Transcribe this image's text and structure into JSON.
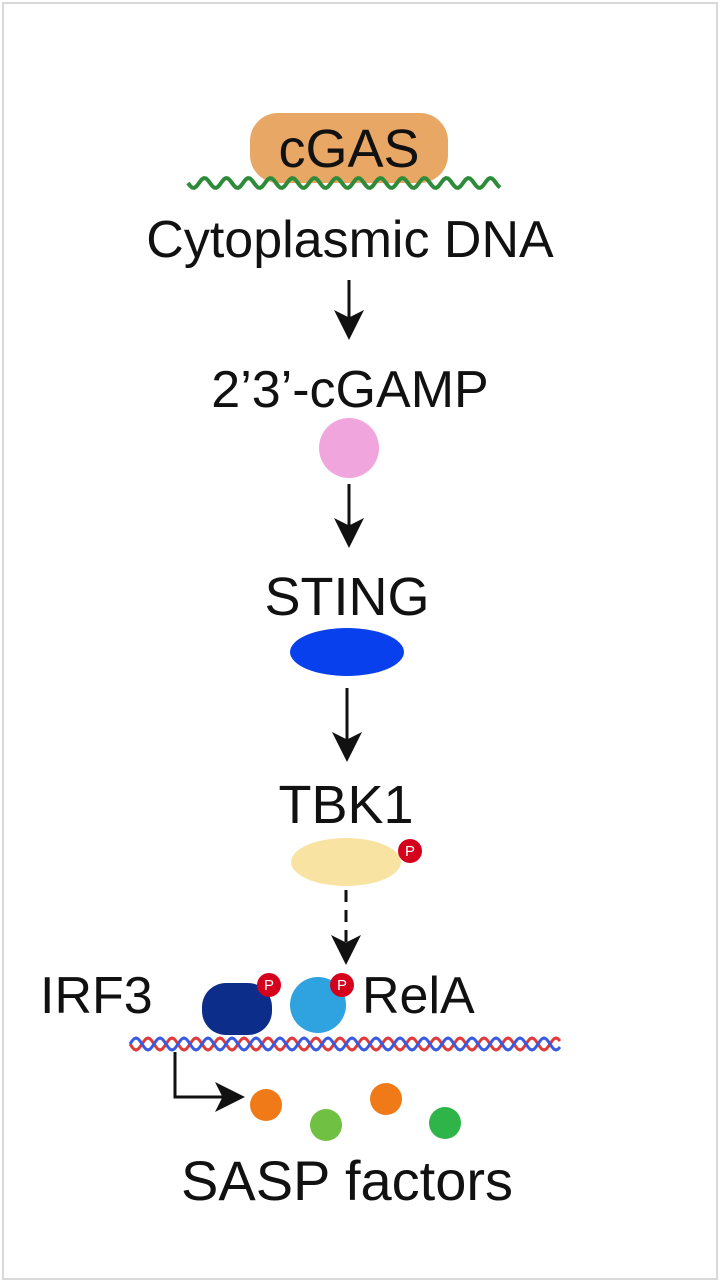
{
  "labels": {
    "cgas": "cGAS",
    "cytoplasmic_dna": "Cytoplasmic DNA",
    "cgamp": "2’3’-cGAMP",
    "sting": "STING",
    "tbk1": "TBK1",
    "irf3": "IRF3",
    "rela": "RelA",
    "sasp": "SASP factors",
    "phospho": "P"
  },
  "colors": {
    "cgas": "#e8a765",
    "dna": "#2e8b3a",
    "cgamp": "#f0a6dd",
    "sting": "#0840ee",
    "tbk1": "#f9e3a3",
    "irf3": "#0d2d8a",
    "rela": "#2fa3e0",
    "phospho": "#d4001c",
    "helix_red": "#e03a3a",
    "helix_blue": "#3a5ae0",
    "sasp_orange": "#f07a18",
    "sasp_green": "#6fc043",
    "sasp_green_2": "#2fb44a"
  }
}
